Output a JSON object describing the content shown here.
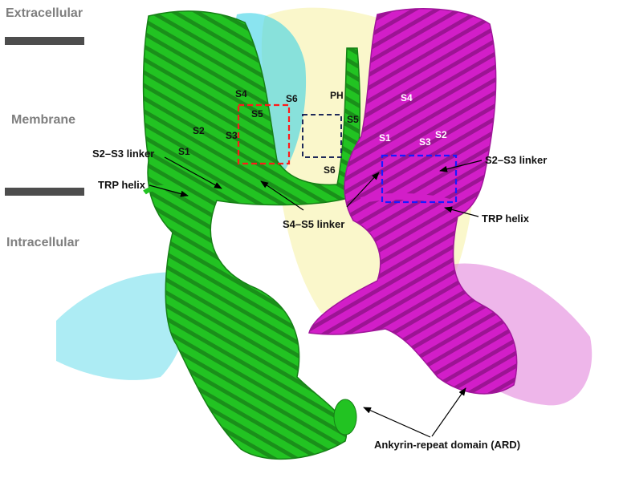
{
  "regions": {
    "extracellular": "Extracellular",
    "membrane": "Membrane",
    "intracellular": "Intracellular"
  },
  "left_subunit": {
    "s1": "S1",
    "s2": "S2",
    "s3": "S3",
    "s4": "S4",
    "s5": "S5",
    "s6": "S6",
    "ph": "PH",
    "s2_s3_linker": "S2–S3 linker",
    "trp_helix": "TRP helix",
    "s4_s5_linker": "S4–S5 linker"
  },
  "right_subunit": {
    "s1": "S1",
    "s2": "S2",
    "s3": "S3",
    "s4": "S4",
    "s5": "S5",
    "s6": "S6",
    "s2_s3_linker": "S2–S3 linker",
    "trp_helix": "TRP helix"
  },
  "ard_label": "Ankyrin-repeat domain (ARD)",
  "colors": {
    "green_subunit": "#22c322",
    "magenta_subunit": "#d21ec8",
    "cyan_subunit": "#3cd2e6",
    "yellow_subunit": "#f5f0a0",
    "membrane_bar": "#4d4d4d",
    "region_text": "#7f7f7f",
    "red_box": "#ff1a1a",
    "navy_box": "#1f2a5a",
    "blue_box": "#1a1aff"
  }
}
